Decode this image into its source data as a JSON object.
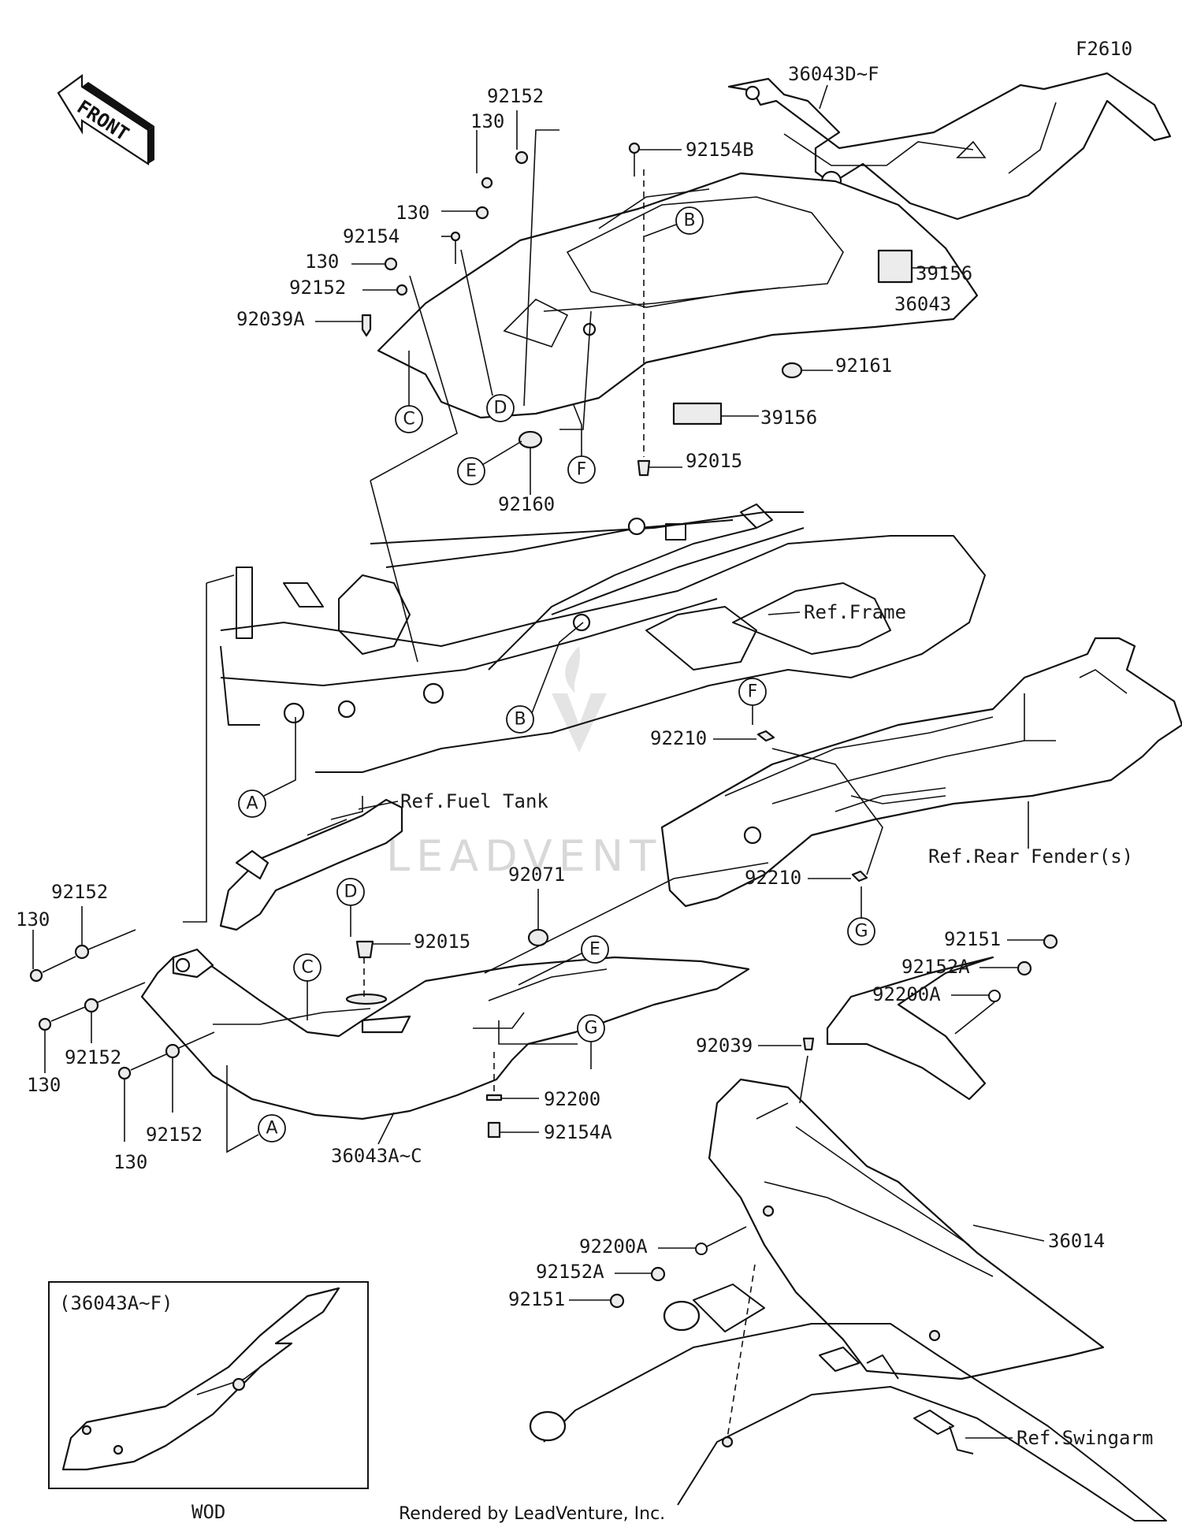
{
  "figure_code": "F2610",
  "front_label": "FRONT",
  "footer": "Rendered by LeadVenture, Inc.",
  "watermark": "LEADVENTURE",
  "inset": {
    "title": "(36043A~F)",
    "caption": "WOD"
  },
  "refs": {
    "frame": "Ref.Frame",
    "fuel_tank": "Ref.Fuel Tank",
    "rear_fender": "Ref.Rear Fender(s)",
    "swingarm": "Ref.Swingarm"
  },
  "callouts": {
    "A": "A",
    "B": "B",
    "C": "C",
    "D": "D",
    "E": "E",
    "F": "F",
    "G": "G"
  },
  "parts": {
    "p36043DF": "36043D~F",
    "p92152_top": "92152",
    "p130_top1": "130",
    "p92154B": "92154B",
    "p130_top2": "130",
    "p92154": "92154",
    "p130_top3": "130",
    "p92152_top2": "92152",
    "p92039A": "92039A",
    "p39156_a": "39156",
    "p36043": "36043",
    "p92161": "92161",
    "p39156_b": "39156",
    "p92015_top": "92015",
    "p92160": "92160",
    "p92210_a": "92210",
    "p92210_b": "92210",
    "p92152_l1": "92152",
    "p130_l1": "130",
    "p92152_l2": "92152",
    "p130_l2": "130",
    "p92152_l3": "92152",
    "p130_l3": "130",
    "p92071": "92071",
    "p92015_mid": "92015",
    "p92200": "92200",
    "p92154A": "92154A",
    "p36043AC": "36043A~C",
    "p92151_r": "92151",
    "p92152A_r": "92152A",
    "p92200A_r": "92200A",
    "p92039": "92039",
    "p36014": "36014",
    "p92200A_b": "92200A",
    "p92152A_b": "92152A",
    "p92151_b": "92151"
  }
}
